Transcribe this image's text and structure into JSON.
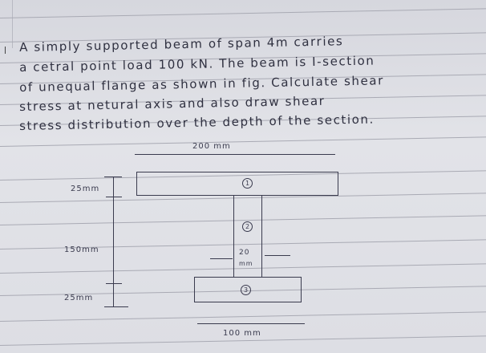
{
  "problem": {
    "lines": [
      "A simply supported beam of span 4m carries",
      "a cetral point load 100 kN. The beam is I-section",
      "of unequal flange as shown in fig. Calculate shear",
      "stress at netural axis and also draw shear",
      "stress distribution over the depth of the section."
    ]
  },
  "figure": {
    "top_flange_width": "200 mm",
    "top_flange_thickness": "25mm",
    "web_height": "150mm",
    "web_thickness_value": "20",
    "web_thickness_unit": "mm",
    "bottom_flange_thickness": "25mm",
    "bottom_flange_width": "100 mm",
    "part_labels": [
      "1",
      "2",
      "3"
    ]
  },
  "colors": {
    "paper": "#dcdde3",
    "ink": "#3a3b4e",
    "rule": "#a9aab4"
  }
}
